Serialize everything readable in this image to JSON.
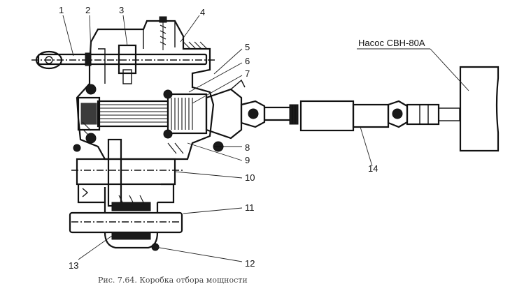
{
  "diagram": {
    "pump_label": "Насос СВН-80А",
    "caption": "Рис. 7.64. Коробка отбора мощности",
    "callouts": [
      {
        "id": "1",
        "text": "1"
      },
      {
        "id": "2",
        "text": "2"
      },
      {
        "id": "3",
        "text": "3"
      },
      {
        "id": "4",
        "text": "4"
      },
      {
        "id": "5",
        "text": "5"
      },
      {
        "id": "6",
        "text": "6"
      },
      {
        "id": "7",
        "text": "7"
      },
      {
        "id": "8",
        "text": "8"
      },
      {
        "id": "9",
        "text": "9"
      },
      {
        "id": "10",
        "text": "10"
      },
      {
        "id": "11",
        "text": "11"
      },
      {
        "id": "12",
        "text": "12"
      },
      {
        "id": "13",
        "text": "13"
      },
      {
        "id": "14",
        "text": "14"
      }
    ]
  }
}
